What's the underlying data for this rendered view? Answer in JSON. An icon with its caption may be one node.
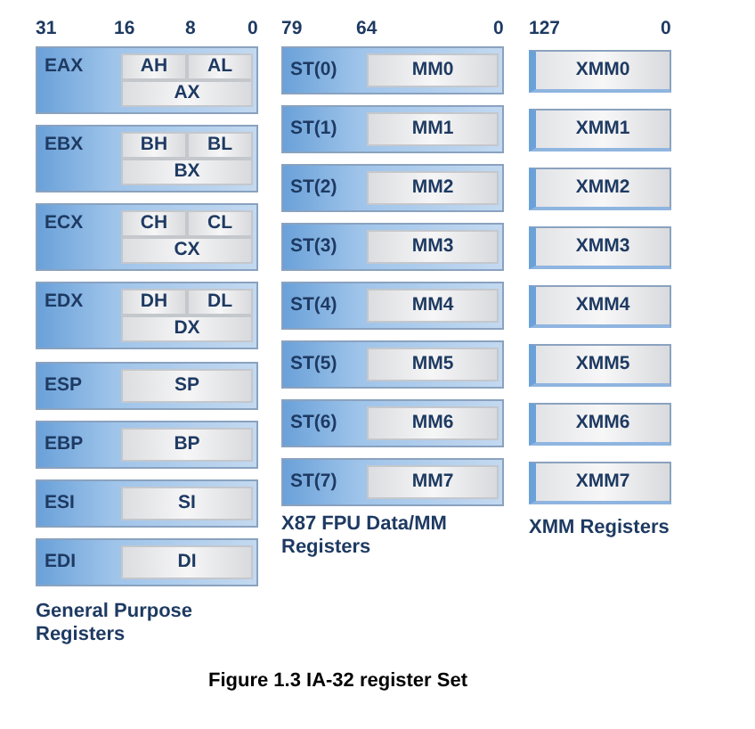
{
  "diagram": {
    "caption": "Figure 1.3 IA-32 register Set",
    "nodes": [
      {
        "text": [
          "EAX"
        ]
      },
      {
        "text": [
          "AH"
        ],
        "in": 0
      },
      {
        "text": [
          "AL"
        ],
        "in": 0
      },
      {
        "text": [
          "AX"
        ],
        "in": 0
      },
      {
        "text": [
          "EBX"
        ]
      },
      {
        "text": [
          "BH"
        ],
        "in": 4
      },
      {
        "text": [
          "BL"
        ],
        "in": 4
      },
      {
        "text": [
          "BX"
        ],
        "in": 4
      },
      {
        "text": [
          "ECX"
        ]
      },
      {
        "text": [
          "CH"
        ],
        "in": 8
      },
      {
        "text": [
          "CL"
        ],
        "in": 8
      },
      {
        "text": [
          "CX"
        ],
        "in": 8
      },
      {
        "text": [
          "EDX"
        ]
      },
      {
        "text": [
          "DH"
        ],
        "in": 12
      },
      {
        "text": [
          "DL"
        ],
        "in": 12
      },
      {
        "text": [
          "DX"
        ],
        "in": 12
      },
      {
        "text": [
          "ESP"
        ]
      },
      {
        "text": [
          "SP"
        ],
        "in": 16
      },
      {
        "text": [
          "EBP"
        ]
      },
      {
        "text": [
          "BP"
        ],
        "in": 18
      },
      {
        "text": [
          "ESI"
        ]
      },
      {
        "text": [
          "SI"
        ],
        "in": 20
      },
      {
        "text": [
          "EDI"
        ]
      },
      {
        "text": [
          "DI"
        ],
        "in": 22
      },
      {
        "text": [
          "ST(0)"
        ]
      },
      {
        "text": [
          "MM0"
        ],
        "in": 24
      },
      {
        "text": [
          "ST(1)"
        ]
      },
      {
        "text": [
          "MM1"
        ],
        "in": 26
      },
      {
        "text": [
          "ST(2)"
        ]
      },
      {
        "text": [
          "MM2"
        ],
        "in": 28
      },
      {
        "text": [
          "ST(3)"
        ]
      },
      {
        "text": [
          "MM3"
        ],
        "in": 30
      },
      {
        "text": [
          "ST(4)"
        ]
      },
      {
        "text": [
          "MM4"
        ],
        "in": 32
      },
      {
        "text": [
          "ST(5)"
        ]
      },
      {
        "text": [
          "MM5"
        ],
        "in": 34
      },
      {
        "text": [
          "ST(6)"
        ]
      },
      {
        "text": [
          "MM6"
        ],
        "in": 36
      },
      {
        "text": [
          "ST(7)"
        ]
      },
      {
        "text": [
          "MM7"
        ],
        "in": 38
      },
      {
        "text": [
          "XMM0"
        ]
      },
      {
        "text": [
          "XMM1"
        ]
      },
      {
        "text": [
          "XMM2"
        ]
      },
      {
        "text": [
          "XMM3"
        ]
      },
      {
        "text": [
          "XMM4"
        ]
      },
      {
        "text": [
          "XMM5"
        ]
      },
      {
        "text": [
          "XMM6"
        ]
      },
      {
        "text": [
          "XMM7"
        ]
      }
    ],
    "labels": [
      "31",
      "16",
      "8",
      "0",
      "79",
      "64",
      "0",
      "127",
      "0",
      "General Purpose Registers",
      "X87 FPU Data/MM Registers",
      "XMM Registers"
    ]
  }
}
